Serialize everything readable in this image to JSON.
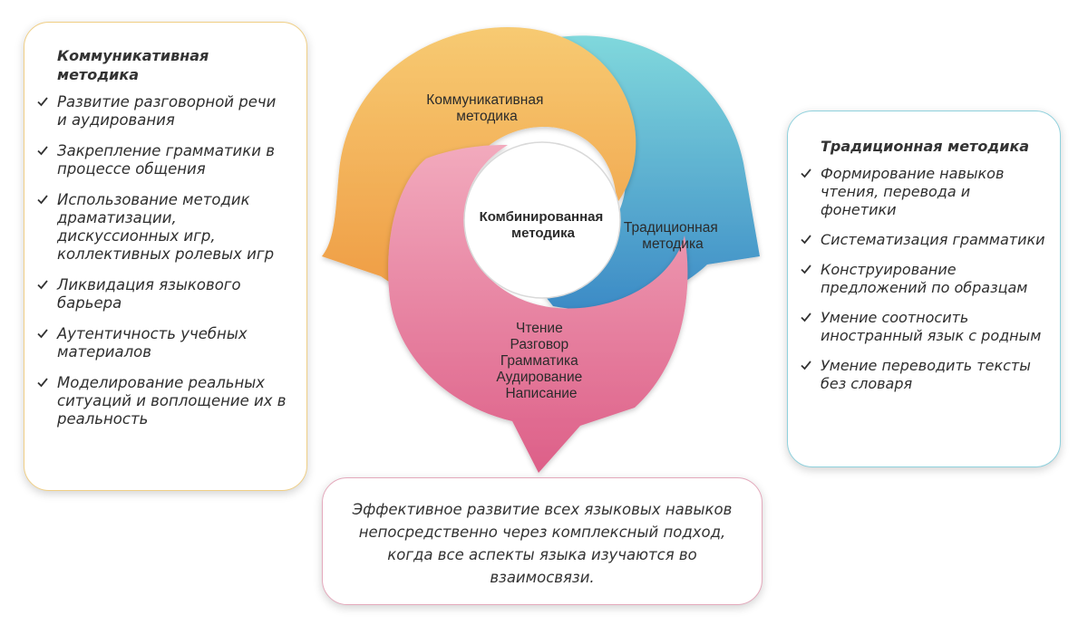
{
  "left_card": {
    "title": "Коммуникативная методика",
    "items": [
      "Развитие разговорной речи и аудирования",
      "Закрепление грамматики в процессе общения",
      "Использование методик драматизации, дискуссионных игр, коллективных ролевых игр",
      "Ликвидация языкового барьера",
      "Аутентичность учебных материалов",
      "Моделирование реальных ситуаций и воплощение их в реальность"
    ]
  },
  "right_card": {
    "title": "Традиционная методика",
    "items": [
      "Формирование навыков чтения, перевода и фонетики",
      "Систематизация грамматики",
      "Конструирование предложений по образцам",
      "Умение соотносить иностранный язык с родным",
      "Умение переводить тексты без словаря"
    ]
  },
  "bottom_card": {
    "text": "Эффективное развитие всех языковых навыков непосредственно через комплексный подход, когда все аспекты языка изучаются во взаимосвязи."
  },
  "diagram": {
    "communicative": [
      "Коммуникативная",
      "методика"
    ],
    "traditional": [
      "Традиционная",
      "методика"
    ],
    "combined": [
      "Комбинированная",
      "методика"
    ],
    "skills": [
      "Чтение",
      "Разговор",
      "Грамматика",
      "Аудирование",
      "Написание"
    ],
    "colors": {
      "orange_light": "#f7c66e",
      "orange_dark": "#ef9e46",
      "teal_light": "#7fd6dc",
      "blue_dark": "#3f8fc9",
      "pink_light": "#f0a3b8",
      "pink_dark": "#e0658d"
    }
  }
}
